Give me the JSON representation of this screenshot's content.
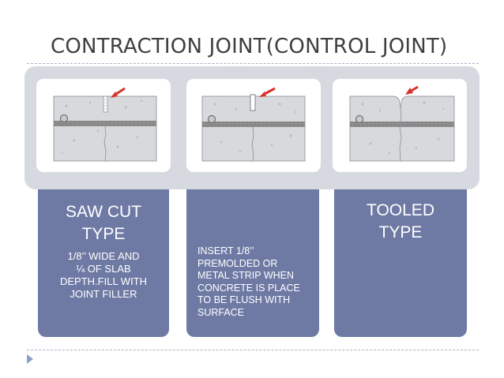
{
  "title": "CONTRACTION JOINT(CONTROL JOINT)",
  "columns": [
    {
      "heading": "SAW CUT\nTYPE",
      "description": "1/8’’ WIDE AND\n¼ OF SLAB\nDEPTH.FILL WITH\nJOINT FILLER"
    },
    {
      "heading": "",
      "description": "INSERT 1/8’’\nPREMOLDED OR\nMETAL STRIP WHEN\nCONCRETE IS PLACE\nTO BE FLUSH WITH\nSURFACE"
    },
    {
      "heading": "TOOLED\nTYPE",
      "description": ""
    }
  ],
  "colors": {
    "column_fill": "#6e7aa4",
    "band_fill": "#d6d9e0",
    "title_text": "#3f3f3f",
    "arrow_red": "#d9322c",
    "concrete": "#d7d9dc",
    "rebar": "#7a7a7a"
  },
  "icons": [
    "red-arrow-icon",
    "bullet-triangle-icon"
  ]
}
